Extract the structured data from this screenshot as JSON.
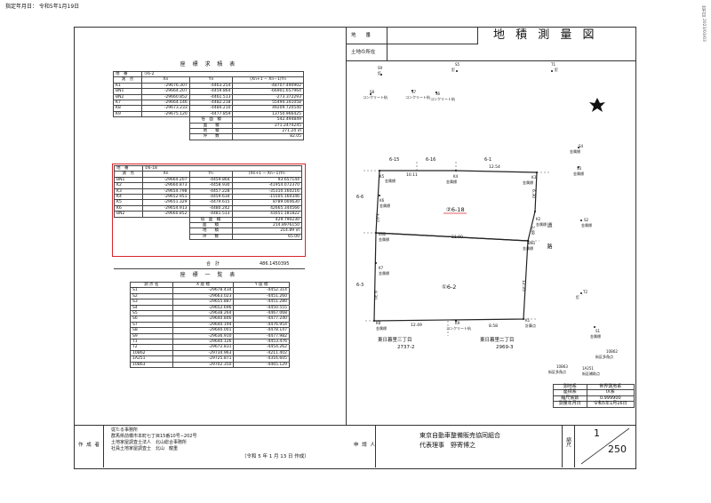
{
  "top_stamp": "指定年月日： 令和5年1月19日",
  "side_stamp": "出力日 2023/03/03",
  "title": "地 積 測 量 図",
  "chiban_label": "地　　番",
  "location_label": "土地の所在",
  "table1": {
    "title": "座 標 求 積 表",
    "parcel_label": "地　番",
    "parcel": "①6-2",
    "col_labels": [
      "測　点",
      "Xn",
      "Yn",
      "(Xn+1 − Xn−1)Yn"
    ],
    "rows": [
      [
        "K1",
        "-29676.307",
        "-4463.254",
        "-48707.490902"
      ],
      [
        "BN1",
        "-29664.207",
        "-4459.864",
        "-66901.657964"
      ],
      [
        "BN2",
        "-29660.852",
        "-4461.513",
        "-273.372293"
      ],
      [
        "K7",
        "-29664.146",
        "-4482.218",
        "55494.341058"
      ],
      [
        "K8",
        "-29673.233",
        "-4484.210",
        "49209.720540"
      ],
      [
        "K9",
        "-29675.120",
        "-4477.859",
        "13750.966425"
      ]
    ],
    "summary": [
      [
        "倍　面　積",
        "542.494849"
      ],
      [
        "面　　積",
        "271.2474245"
      ],
      [
        "地　　積",
        "271.24"
      ],
      [
        "坪　　数",
        "82.05"
      ]
    ],
    "unit": "㎡"
  },
  "table2": {
    "parcel_label": "地　番",
    "parcel": "②6-18",
    "col_labels": [
      "測　点",
      "Xn",
      "Yn",
      "(Xn+1 − Xn−1)Yn"
    ],
    "rows": [
      [
        "BN1",
        "-29664.207",
        "-4459.864",
        "93.657144"
      ],
      [
        "K2",
        "-29660.873",
        "-4458.930",
        "-41954.072370"
      ],
      [
        "K3",
        "-29654.798",
        "-4457.228",
        "-35310.160216"
      ],
      [
        "K4",
        "-29652.951",
        "-4459.634",
        "-15505.160346"
      ],
      [
        "K5",
        "-29651.329",
        "-4479.615",
        "8789.004630"
      ],
      [
        "K6",
        "-29654.913",
        "-4480.242",
        "42665.344566"
      ],
      [
        "BN2",
        "-29660.852",
        "-4481.513",
        "41651.181822"
      ]
    ],
    "summary": [
      [
        "倍　面　積",
        "429.790230"
      ],
      [
        "面　　積",
        "214.8976150"
      ],
      [
        "地　　積",
        "214.89"
      ],
      [
        "坪　　数",
        "65.00"
      ]
    ],
    "unit": "㎡"
  },
  "total": {
    "label": "合　計",
    "value": "486.1450395"
  },
  "table3": {
    "title": "座 標 一 覧 表",
    "col_labels": [
      "測 点 名",
      "X 座 標",
      "Y 座 標"
    ],
    "rows": [
      [
        "S1",
        "-29678.434",
        "-4452.314"
      ],
      [
        "S2",
        "-29663.023",
        "-4451.260"
      ],
      [
        "S3",
        "-29655.887",
        "-4451.280"
      ],
      [
        "S4",
        "-29652.696",
        "-4450.555"
      ],
      [
        "S5",
        "-29638.264",
        "-4467.068"
      ],
      [
        "S6",
        "-29640.846",
        "-4477.240"
      ],
      [
        "S7",
        "-29640.194",
        "-4476.954"
      ],
      [
        "S8",
        "-29640.001",
        "-4478.147"
      ],
      [
        "S9",
        "-29636.910",
        "-4477.982"
      ],
      [
        "T1",
        "-29640.126",
        "-4453.476"
      ],
      [
        "T2",
        "-29672.831",
        "-4454.262"
      ],
      [
        "10B62",
        "-29734.963",
        "-4211.402"
      ],
      [
        "1A251",
        "-29725.871",
        "-4316.605"
      ],
      [
        "10B63",
        "-29702.350",
        "-4465.129"
      ]
    ]
  },
  "author": {
    "label": "作 成 者",
    "lines": [
      "従たる事務所",
      "群馬県前橋市本町七丁目15番10号−202号",
      "土地家屋調査士法人　北山総合事務所",
      "社員土地家屋調査士　北山　龍重"
    ],
    "date": "（令和 5 年 1 月 13 日 作成）"
  },
  "applicant": {
    "label": "申 請 人",
    "name": "東京自動車整備販売協同組合",
    "rep": "代表理事　野寄博之"
  },
  "scale": {
    "label": "縮尺",
    "value": "1",
    "denominator": "250"
  },
  "info_table": [
    [
      "測地系",
      "世界測地系"
    ],
    [
      "座標系",
      "IX系"
    ],
    [
      "縮尺係数",
      "0.999900"
    ],
    [
      "測量年月日",
      "令和5年1月16日"
    ]
  ],
  "map": {
    "parcel_a": "②6-18",
    "parcel_b": "①6-2",
    "lot_6_15": "6-15",
    "lot_6_16": "6-16",
    "lot_6_1": "6-1",
    "lot_6_6": "6-6",
    "lot_6_3": "6-3",
    "road": "道　路",
    "south_a_name": "東日暮里三丁目",
    "south_a_no": "2737-2",
    "south_b_name": "東日暮里二丁目",
    "south_b_no": "2969-3",
    "dims": {
      "d1011": "10.11",
      "d1254": "12.54",
      "d630": "6.30",
      "d407": "4.07",
      "d2190": "21.90",
      "d348": "3.48",
      "d930": "9.30",
      "d1249": "12.49",
      "d858": "8.58",
      "d1235": "12.35"
    },
    "points": {
      "K1": "K1",
      "K2": "K2",
      "K3": "K3",
      "K4": "K4",
      "K5": "K5",
      "K6": "K6",
      "K7": "K7",
      "K8": "K8",
      "K9": "K9",
      "BN1": "BN1",
      "BN2": "BN2",
      "S1": "S1",
      "S2": "S2",
      "S3": "S3",
      "S4": "S4",
      "S5": "S5",
      "S6": "S6",
      "S7": "S7",
      "S8": "S8",
      "S9": "S9",
      "T1": "T1",
      "T2": "T2",
      "p10B62": "10B62",
      "p10B63": "10B63",
      "p1A251": "1A251"
    },
    "marks": {
      "metal": "金属標",
      "concrete": "コンクリート杭",
      "nail": "釘",
      "plastic": "計算点",
      "ref": "街区多角点",
      "ref2": "街区補助点"
    }
  }
}
